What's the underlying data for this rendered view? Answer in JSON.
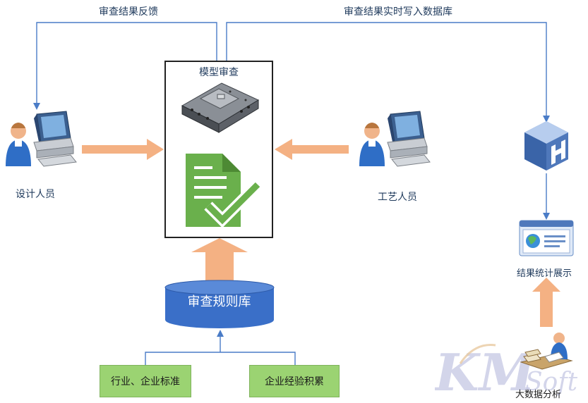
{
  "flows": {
    "feedback_label": "审查结果反馈",
    "db_write_label": "审查结果实时写入数据库"
  },
  "model_review": {
    "title": "模型审查"
  },
  "actors": {
    "designer_label": "设计人员",
    "process_label": "工艺人员"
  },
  "rule_db": {
    "label": "审查规则库"
  },
  "sources": {
    "industry_standard": "行业、企业标准",
    "enterprise_experience": "企业经验积累"
  },
  "right_column": {
    "stats_label": "结果统计展示",
    "bigdata_label": "大数据分析"
  },
  "watermark": {
    "text": "KMSoft"
  },
  "colors": {
    "arrow_orange": "#f4b183",
    "line_blue": "#4a7cc7",
    "db_blue": "#3a6fc8",
    "green_box": "#9bd372",
    "doc_green": "#6ab04c"
  }
}
